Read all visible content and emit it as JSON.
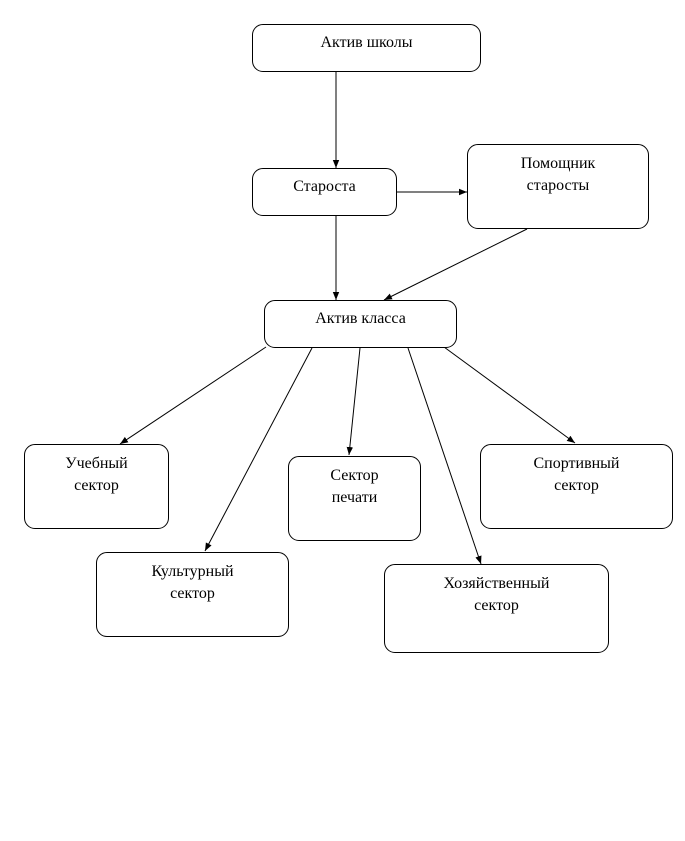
{
  "diagram": {
    "nodes": {
      "school_activ": {
        "lines": [
          "Актив школы"
        ]
      },
      "starosta": {
        "lines": [
          "Староста"
        ]
      },
      "pomoshchnik": {
        "lines": [
          "Помощник",
          "старосты"
        ]
      },
      "class_activ": {
        "lines": [
          "Актив класса"
        ]
      },
      "uchebny": {
        "lines": [
          "Учебный",
          "сектор"
        ]
      },
      "pechati": {
        "lines": [
          "Сектор",
          "печати"
        ]
      },
      "sportivny": {
        "lines": [
          "Спортивный",
          "сектор"
        ]
      },
      "kulturny": {
        "lines": [
          "Культурный",
          "сектор"
        ]
      },
      "khozyaystvenny": {
        "lines": [
          "Хозяйственный",
          "сектор"
        ]
      }
    },
    "edges": [
      {
        "from": "school_activ",
        "to": "starosta"
      },
      {
        "from": "starosta",
        "to": "pomoshchnik"
      },
      {
        "from": "starosta",
        "to": "class_activ"
      },
      {
        "from": "pomoshchnik",
        "to": "class_activ"
      },
      {
        "from": "class_activ",
        "to": "uchebny"
      },
      {
        "from": "class_activ",
        "to": "kulturny"
      },
      {
        "from": "class_activ",
        "to": "pechati"
      },
      {
        "from": "class_activ",
        "to": "khozyaystvenny"
      },
      {
        "from": "class_activ",
        "to": "sportivny"
      }
    ]
  }
}
